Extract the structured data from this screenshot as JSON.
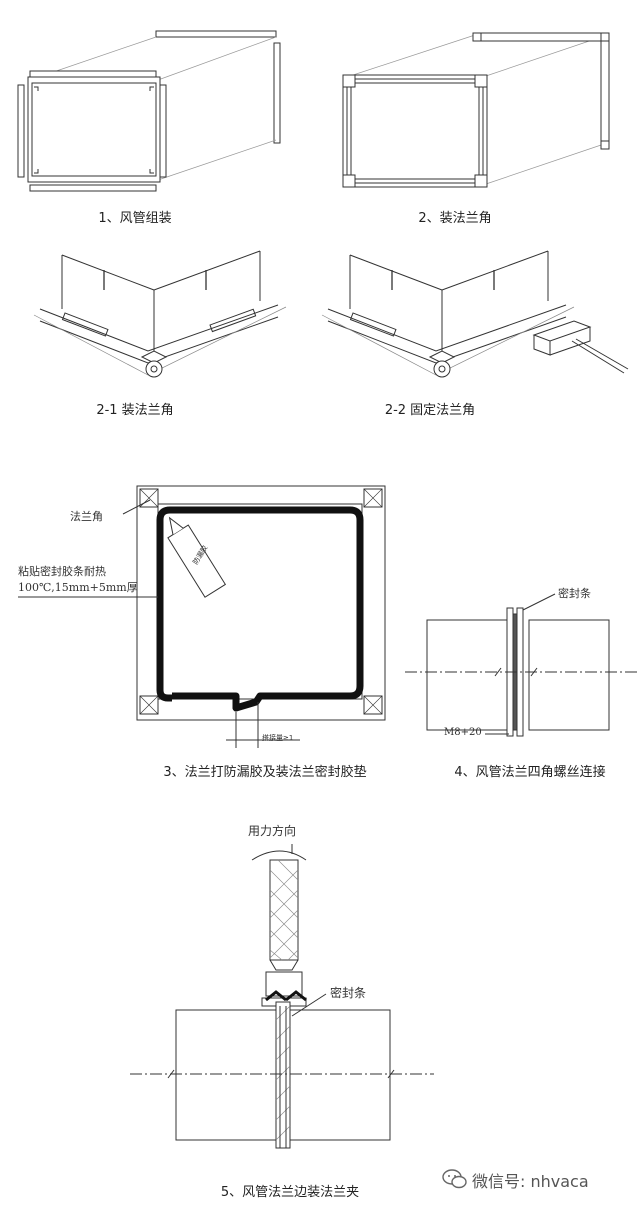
{
  "steps": {
    "s1": {
      "caption": "1、风管组装"
    },
    "s2": {
      "caption": "2、装法兰角"
    },
    "s21": {
      "caption": "2-1 装法兰角"
    },
    "s22": {
      "caption": "2-2 固定法兰角"
    },
    "s3": {
      "caption": "3、法兰打防漏胶及装法兰密封胶垫",
      "label_flange_corner": "法兰角",
      "label_sealing_line1": "粘贴密封胶条耐热",
      "label_sealing_line2": "100℃,15mm+5mm厚",
      "label_tube": "防漏胶",
      "label_overlap": "搭接量≥1"
    },
    "s4": {
      "caption": "4、风管法兰四角螺丝连接",
      "label_seal_strip": "密封条",
      "label_bolt": "M8+20"
    },
    "s5": {
      "caption": "5、风管法兰边装法兰夹",
      "label_force": "用力方向",
      "label_seal_strip": "密封条"
    }
  },
  "watermark": {
    "icon": "wechat-icon",
    "text": "微信号: nhvaca"
  }
}
